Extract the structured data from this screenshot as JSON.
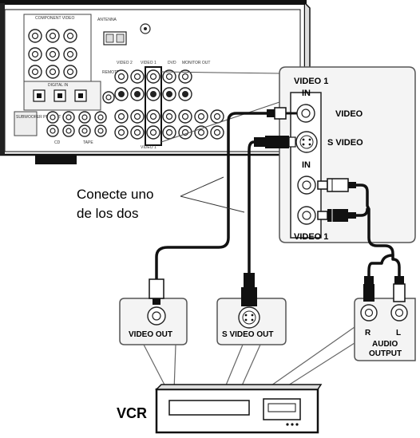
{
  "receiver": {
    "component_video_label": "COMPONENT VIDEO",
    "antenna_label": "ANTENNA",
    "digital_in_label": "DIGITAL IN",
    "video1_label": "VIDEO 1",
    "video2_label": "VIDEO 2",
    "dvd_label": "DVD",
    "monitor_out_label": "MONITOR OUT",
    "subwoofer_label": "SUBWOOFER PRE OUT",
    "cd_label": "CD",
    "tape_label": "TAPE",
    "remote_label": "REMOTE"
  },
  "inset": {
    "title": "VIDEO 1",
    "in_label": "IN",
    "video_label": "VIDEO",
    "svideo_label": "S VIDEO",
    "audio_in_label": "IN",
    "bottom_label": "VIDEO 1"
  },
  "note_line1": "Conecte uno",
  "note_line2": "de los dos",
  "vcr_boxes": {
    "video_out": "VIDEO OUT",
    "svideo_out": "S VIDEO OUT",
    "audio_r": "R",
    "audio_l": "L",
    "audio_output_line1": "AUDIO",
    "audio_output_line2": "OUTPUT"
  },
  "vcr_label": "VCR"
}
